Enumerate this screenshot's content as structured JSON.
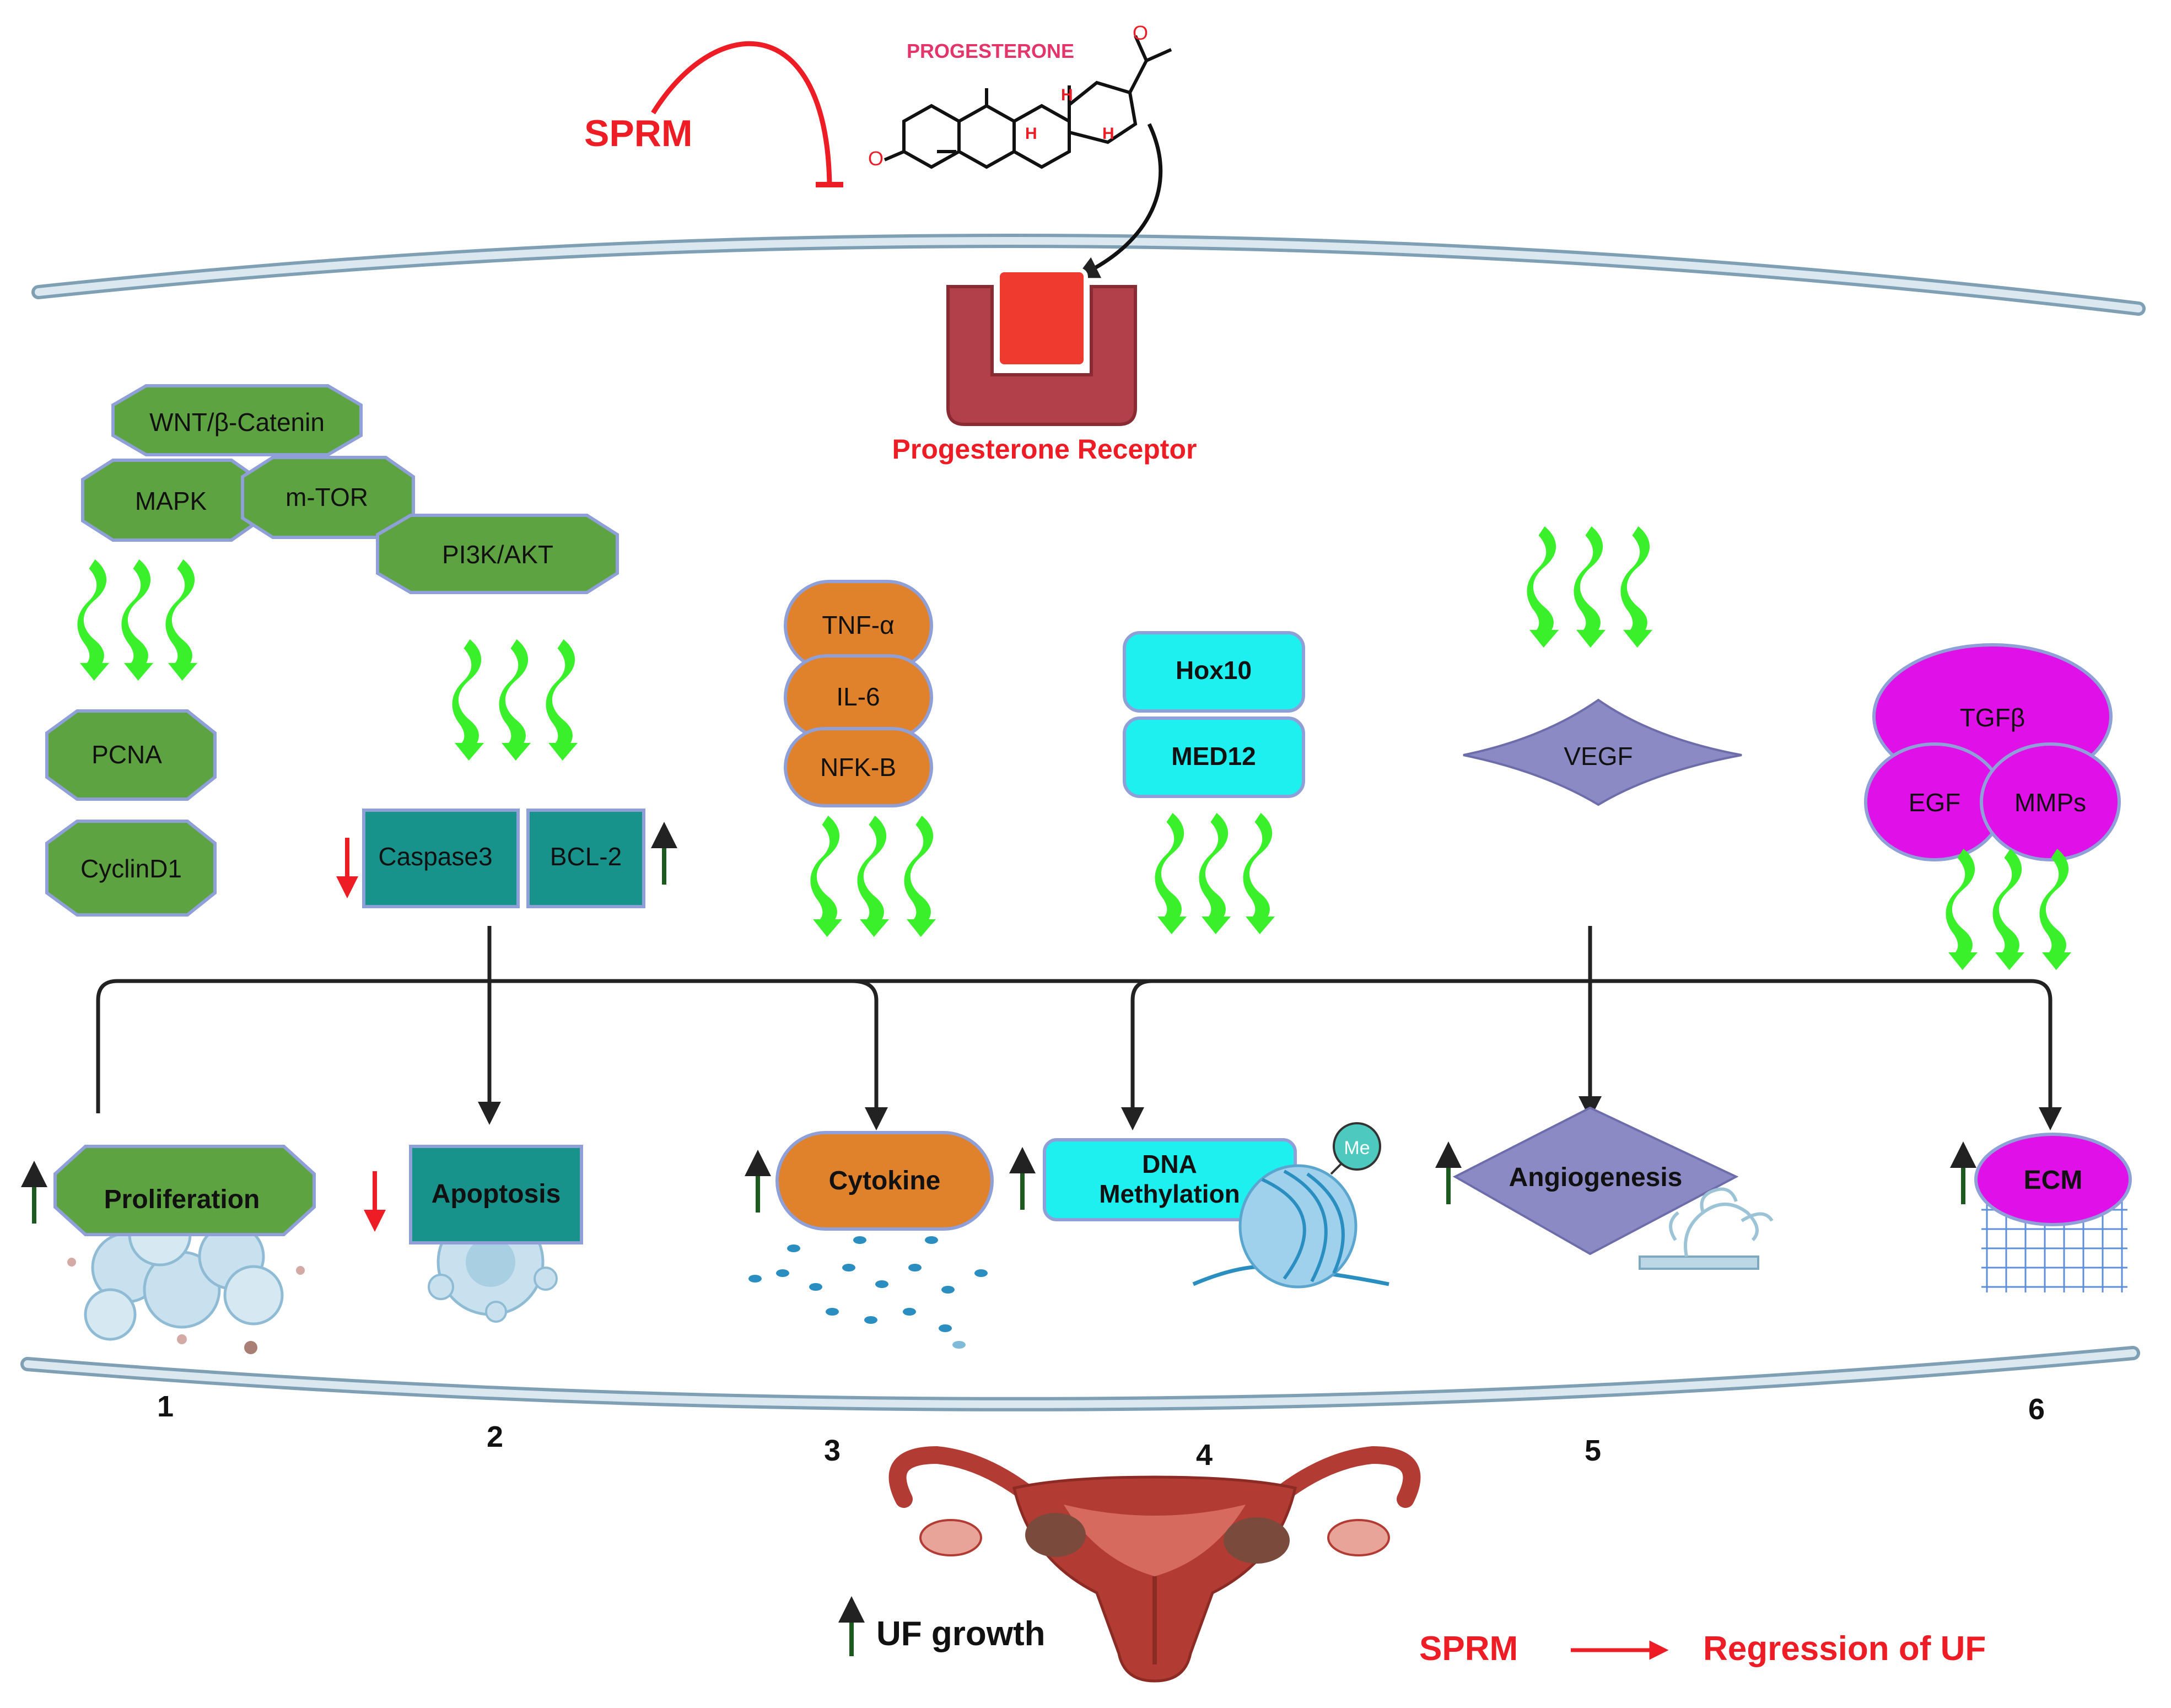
{
  "colors": {
    "membrane": "#b9cfdd",
    "membrane_dark": "#7e9fb4",
    "green_hex": "#5ea342",
    "green_hex_stroke": "#8f9fd8",
    "teal_box": "#18938c",
    "orange": "#e0822b",
    "cyan": "#1ef0f0",
    "purple_diamond": "#8b8ac4",
    "magenta": "#e010e8",
    "lime_arrow": "#39f02a",
    "red": "#ee1c24",
    "dark_green_arrow": "#1d5a20",
    "receptor_dark": "#b2404a",
    "receptor_red": "#ee3a2f",
    "uterus": "#b23c34"
  },
  "top": {
    "molecule_label": "PROGESTERONE",
    "sprm_label": "SPRM",
    "receptor_label": "Progesterone Receptor",
    "molecule_o_top": "O",
    "molecule_o_left": "O",
    "molecule_h1": "H",
    "molecule_h2": "H",
    "molecule_h3": "H"
  },
  "pathways": {
    "group1": [
      "WNT/β-Catenin",
      "MAPK",
      "m-TOR",
      "PI3K/AKT"
    ],
    "group1_targets": [
      "PCNA",
      "CyclinD1"
    ],
    "group2": [
      "Caspase3",
      "BCL-2"
    ],
    "group3": [
      "TNF-α",
      "IL-6",
      "NFK-B"
    ],
    "group4": [
      "Hox10",
      "MED12"
    ],
    "group5": "VEGF",
    "group6": [
      "TGFβ",
      "EGF",
      "MMPs"
    ]
  },
  "outcomes": {
    "proliferation": "Proliferation",
    "apoptosis": "Apoptosis",
    "cytokine": "Cytokine",
    "dna_methylation_line1": "DNA",
    "dna_methylation_line2": "Methylation",
    "me_label": "Me",
    "angiogenesis": "Angiogenesis",
    "ecm": "ECM"
  },
  "numbers": [
    "1",
    "2",
    "3",
    "4",
    "5",
    "6"
  ],
  "bottom": {
    "uf_growth": "UF growth",
    "sprm": "SPRM",
    "regression": "Regression of UF"
  }
}
